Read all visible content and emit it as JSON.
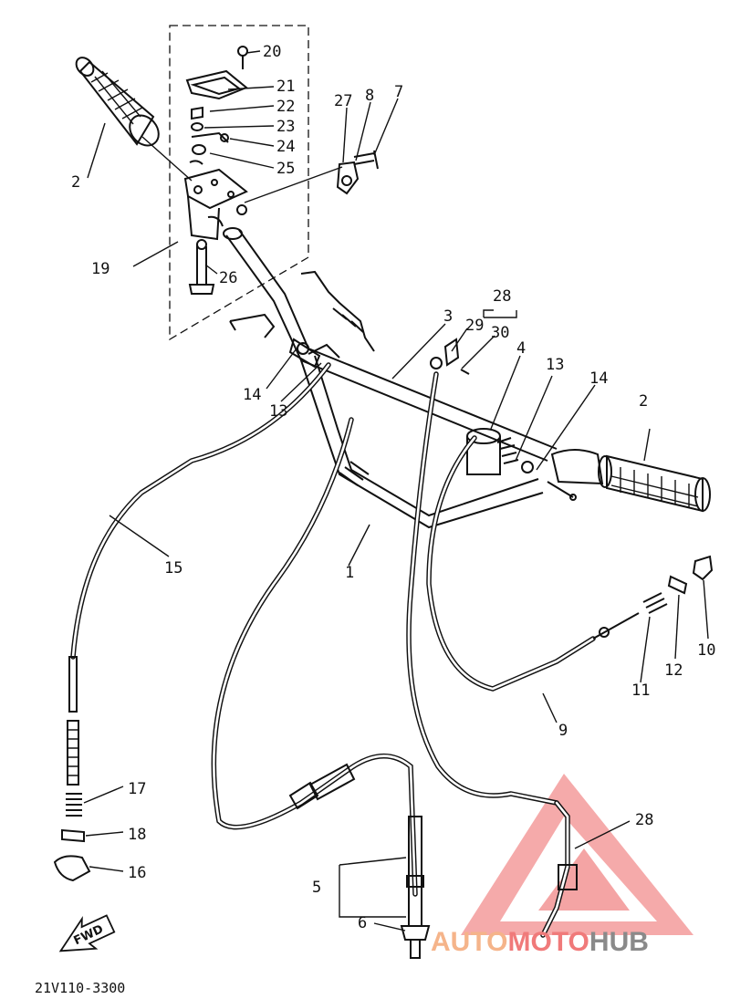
{
  "diagram": {
    "drawing_code": "21V110-3300",
    "fwd_label": "FWD",
    "labels": [
      {
        "id": "p1",
        "text": "1"
      },
      {
        "id": "p2a",
        "text": "2"
      },
      {
        "id": "p2b",
        "text": "2"
      },
      {
        "id": "p3",
        "text": "3"
      },
      {
        "id": "p4",
        "text": "4"
      },
      {
        "id": "p5",
        "text": "5"
      },
      {
        "id": "p6",
        "text": "6"
      },
      {
        "id": "p7",
        "text": "7"
      },
      {
        "id": "p8",
        "text": "8"
      },
      {
        "id": "p9",
        "text": "9"
      },
      {
        "id": "p10",
        "text": "10"
      },
      {
        "id": "p11",
        "text": "11"
      },
      {
        "id": "p12",
        "text": "12"
      },
      {
        "id": "p13a",
        "text": "13"
      },
      {
        "id": "p13b",
        "text": "13"
      },
      {
        "id": "p14a",
        "text": "14"
      },
      {
        "id": "p14b",
        "text": "14"
      },
      {
        "id": "p15",
        "text": "15"
      },
      {
        "id": "p16",
        "text": "16"
      },
      {
        "id": "p17",
        "text": "17"
      },
      {
        "id": "p18",
        "text": "18"
      },
      {
        "id": "p19",
        "text": "19"
      },
      {
        "id": "p20",
        "text": "20"
      },
      {
        "id": "p21",
        "text": "21"
      },
      {
        "id": "p22",
        "text": "22"
      },
      {
        "id": "p23",
        "text": "23"
      },
      {
        "id": "p24",
        "text": "24"
      },
      {
        "id": "p25",
        "text": "25"
      },
      {
        "id": "p26",
        "text": "26"
      },
      {
        "id": "p27",
        "text": "27"
      },
      {
        "id": "p28a",
        "text": "28"
      },
      {
        "id": "p28b",
        "text": "28"
      },
      {
        "id": "p29",
        "text": "29"
      },
      {
        "id": "p30",
        "text": "30"
      }
    ]
  },
  "watermark": {
    "part1": "AUTO",
    "part2": "MOTO",
    "part3": "HUB",
    "color_primary": "#f07a7a",
    "color_secondary": "#f5b48a",
    "color_dark": "#8a8a8a"
  }
}
